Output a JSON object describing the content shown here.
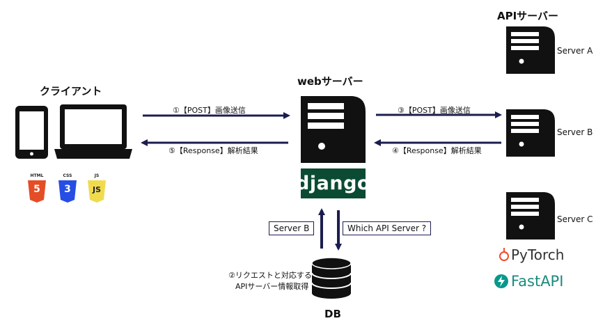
{
  "titles": {
    "client": "クライアント",
    "web": "webサーバー",
    "api": "APIサーバー",
    "db": "DB"
  },
  "arrows": {
    "a1": "①【POST】画像送信",
    "a3": "③【POST】画像送信",
    "a4": "④【Response】解析結果",
    "a5": "⑤【Response】解析結果",
    "a2_line1": "②リクエストと対応する",
    "a2_line2": "APIサーバー情報取得"
  },
  "boxes": {
    "server_b": "Server B",
    "which_api": "Which API Server ?"
  },
  "servers": {
    "a": "Server A",
    "b": "Server B",
    "c": "Server C"
  },
  "logos": {
    "django": "django",
    "pytorch": "PyTorch",
    "fastapi": "FastAPI",
    "html": "HTML",
    "html_num": "5",
    "css": "CSS",
    "css_num": "3",
    "js": "JS",
    "js_num": "JS"
  },
  "colors": {
    "arrow": "#1b1d4f",
    "django_bg": "#0c4b33",
    "html5": "#e44d26",
    "css3": "#264de4",
    "js": "#f0db4f",
    "pytorch": "#ee4c2c",
    "fastapi": "#05998b"
  }
}
